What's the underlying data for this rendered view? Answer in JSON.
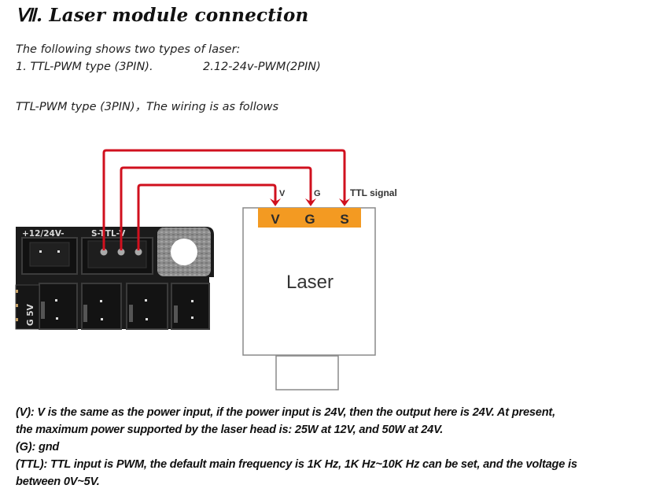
{
  "heading": {
    "numeral": "Ⅶ",
    "text": ". Laser module connection"
  },
  "intro": {
    "line1": "The following shows two types of laser:",
    "type1": "1. TTL-PWM type (3PIN).",
    "type2": "2.12-24v-PWM(2PIN)",
    "line3": "TTL-PWM type (3PIN)，The wiring is as follows"
  },
  "diagram": {
    "board_labels": {
      "power": "+12/24V-",
      "ttl": "S-TTL-V",
      "side": "G 5V"
    },
    "wire_labels": {
      "v": "V",
      "g": "G",
      "s": "TTL signal"
    },
    "pins": [
      "V",
      "G",
      "S"
    ],
    "laser_label": "Laser",
    "colors": {
      "wire": "#d0101e",
      "pin_bar": "#f39a22",
      "pin_text": "#2b2b2b",
      "box_border": "#8a8a8a",
      "pcb": "#1b1b1b"
    }
  },
  "notes": [
    "(V): V is the same as the power input, if the power input is 24V, then the output here is 24V. At present,",
    "the maximum power supported by the laser head is: 25W at 12V, and 50W at 24V.",
    "(G): gnd",
    "(TTL): TTL input is PWM, the default main frequency is 1K Hz, 1K Hz~10K Hz can be set, and the voltage is",
    "between 0V~5V."
  ]
}
